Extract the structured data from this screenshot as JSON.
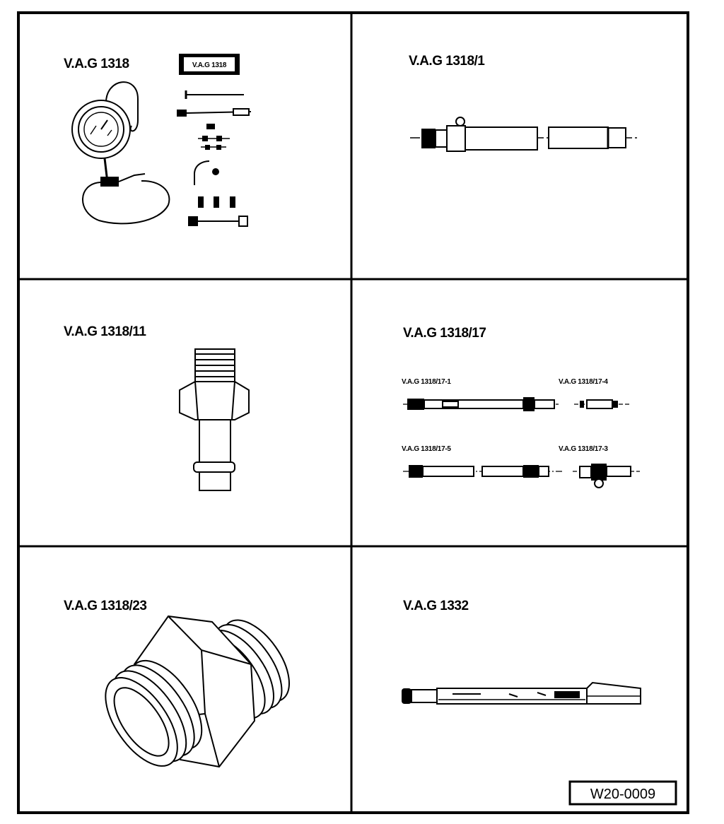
{
  "panels": [
    {
      "title": "V.A.G 1318",
      "icon": "pressure-gauge-kit-icon",
      "case_label": "V.A.G 1318"
    },
    {
      "title": "V.A.G 1318/1",
      "icon": "adapter-hose-icon"
    },
    {
      "title": "V.A.G 1318/11",
      "icon": "hex-nipple-adapter-icon"
    },
    {
      "title": "V.A.G 1318/17",
      "icon": "adapter-set-icon",
      "parts": [
        "V.A.G 1318/17-1",
        "V.A.G 1318/17-4",
        "V.A.G 1318/17-5",
        "V.A.G 1318/17-3"
      ]
    },
    {
      "title": "V.A.G 1318/23",
      "icon": "threaded-hex-union-icon"
    },
    {
      "title": "V.A.G 1332",
      "icon": "torque-wrench-icon"
    }
  ],
  "reference": "W20-0009",
  "colors": {
    "ink": "#000000",
    "paper": "#ffffff"
  }
}
